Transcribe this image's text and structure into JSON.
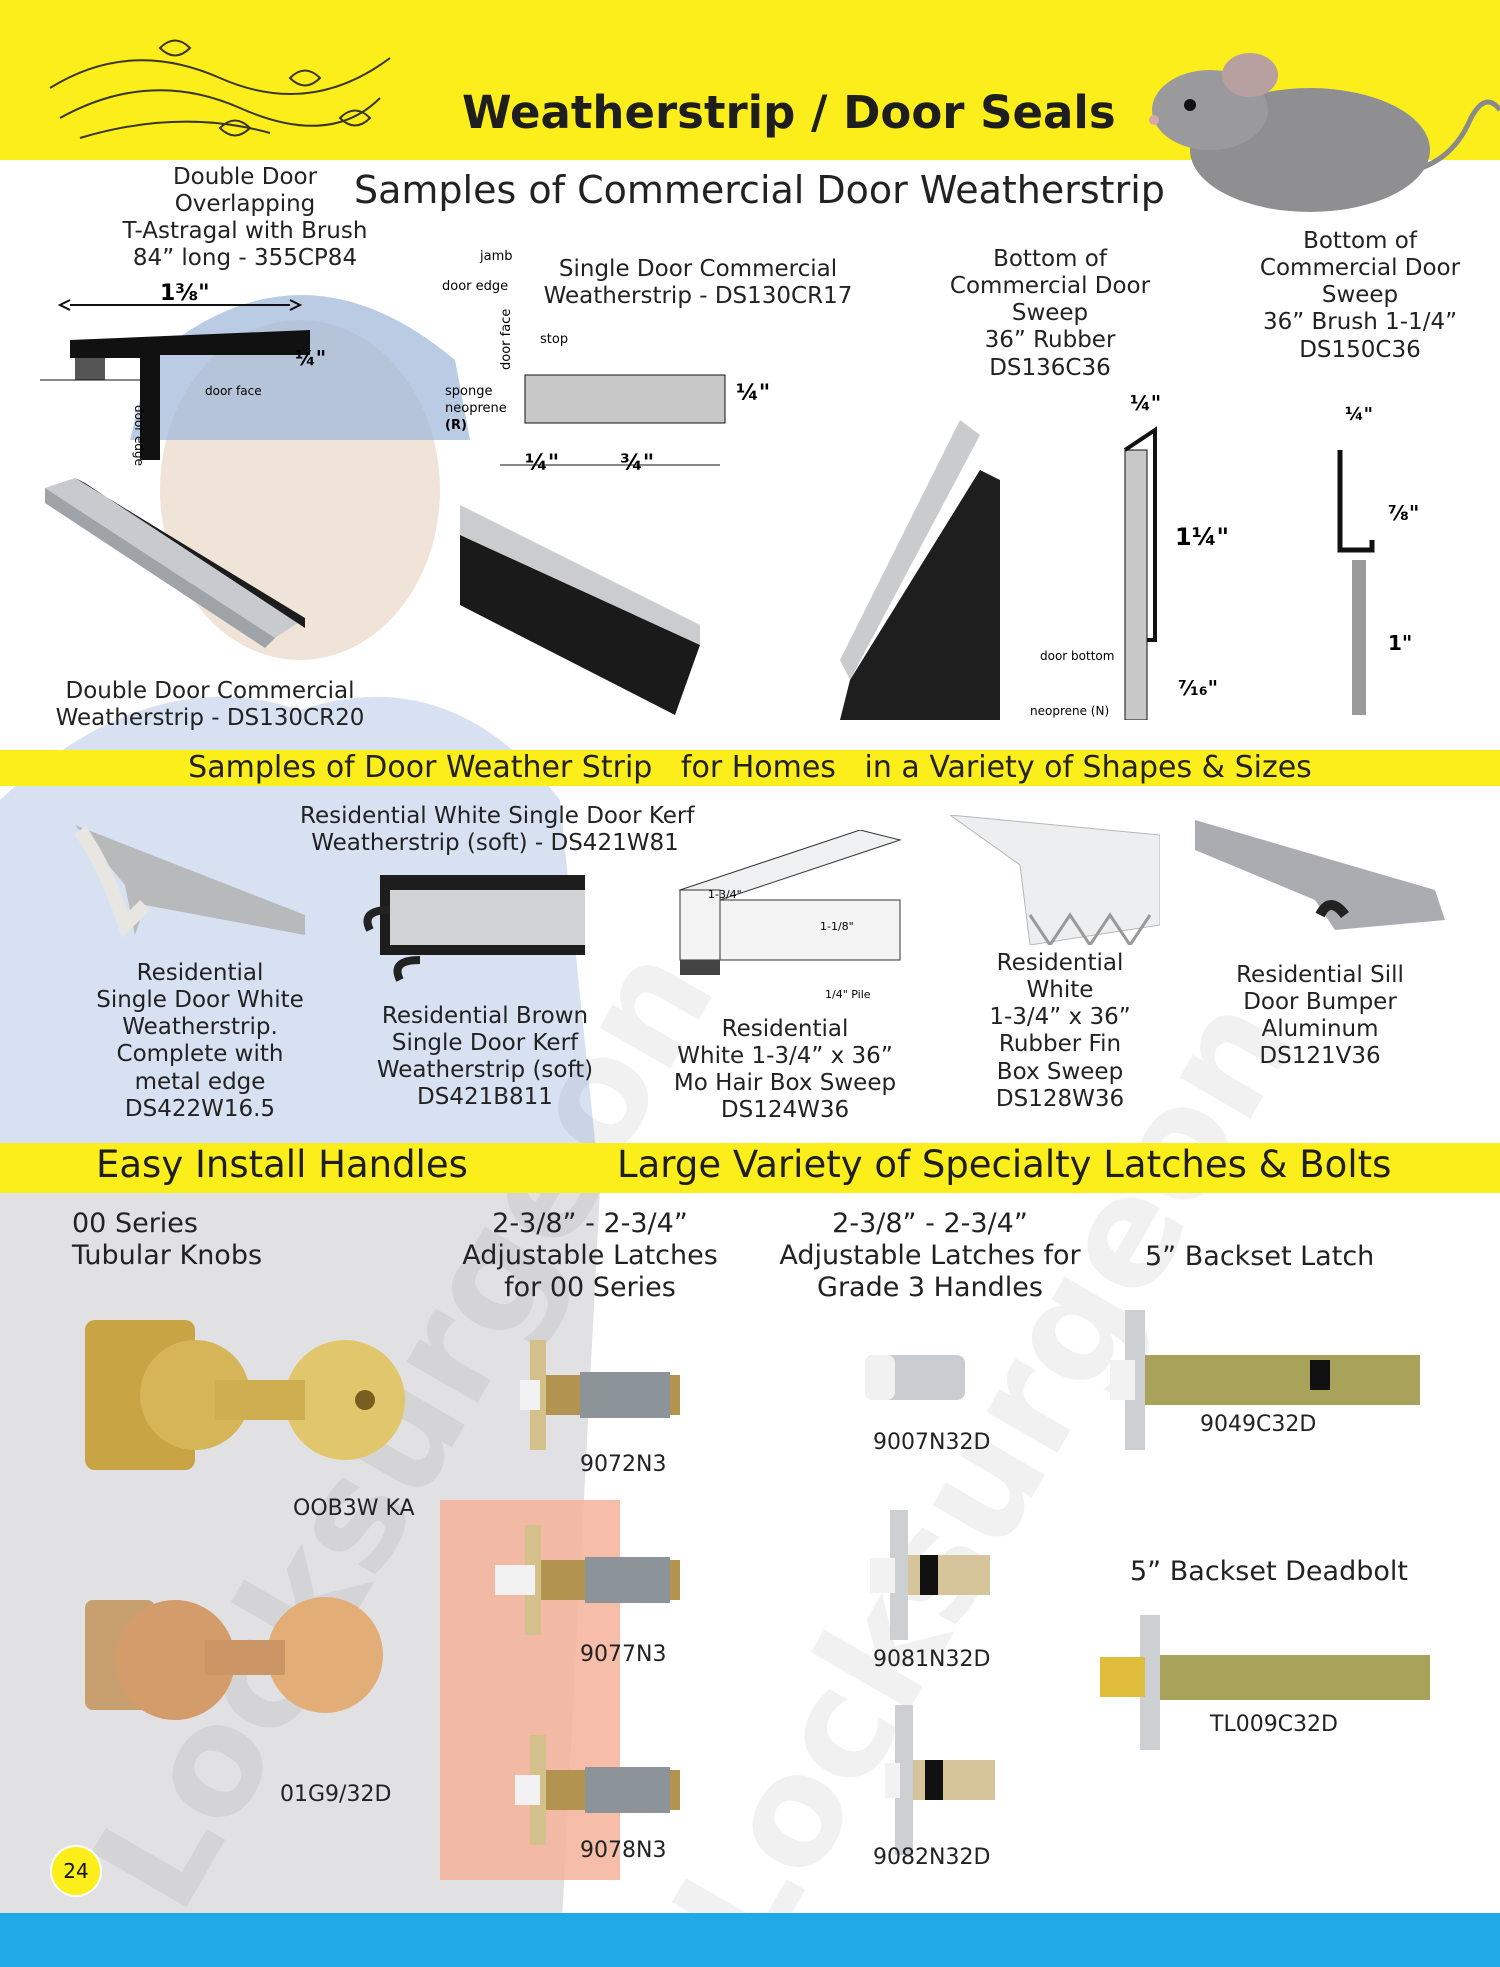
{
  "page_title": "Weatherstrip / Door Seals",
  "commercial_title": "Samples of Commercial Door Weatherstrip",
  "homes_banner": "Samples of Door Weather Strip   for Homes   in a Variety of Shapes & Sizes",
  "handles_heading": "Easy Install Handles",
  "latches_heading": "Large Variety of Specialty Latches & Bolts",
  "watermark": "Locksurgeon",
  "page_number": "24",
  "colors": {
    "yellow": "#fcee1b",
    "blue": "#1fa9e6",
    "aluminum": "#c3c6c9"
  },
  "commercial": [
    {
      "lines": [
        "Double Door",
        "Overlapping",
        "T-Astragal with Brush",
        "84” long - 355CP84"
      ]
    },
    {
      "lines": [
        "Single Door Commercial",
        "Weatherstrip - DS130CR17"
      ]
    },
    {
      "lines": [
        "Bottom of",
        "Commercial Door",
        "Sweep",
        "36” Rubber",
        "DS136C36"
      ]
    },
    {
      "lines": [
        "Bottom of",
        "Commercial Door",
        "Sweep",
        "36” Brush 1-1/4”",
        "DS150C36"
      ]
    },
    {
      "lines": [
        "Double Door Commercial",
        "Weatherstrip - DS130CR20"
      ]
    }
  ],
  "diagram_text": {
    "width": "1⅜\"",
    "quarter": "¼\"",
    "door_face": "door face",
    "door_edge": "door edge",
    "jamb": "jamb",
    "stop": "stop",
    "sponge": "sponge",
    "neoprene": "neoprene",
    "r_mark": "(R)",
    "three_quarter": "¾\"",
    "one_quarter_in": "1¼\"",
    "seven_sixteenths": "⁷⁄₁₆\"",
    "door_bottom": "door bottom",
    "neoprene_n": "neoprene (N)",
    "seven_eighths": "⁷⁄₈\"",
    "one_inch": "1\""
  },
  "residential": [
    {
      "lines": [
        "Residential White Single Door Kerf",
        "Weatherstrip (soft) - DS421W81"
      ]
    },
    {
      "lines": [
        "Residential",
        "Single Door White",
        "Weatherstrip.",
        "Complete with",
        "metal edge",
        "DS422W16.5"
      ]
    },
    {
      "lines": [
        "Residential Brown",
        "Single Door Kerf",
        "Weatherstrip (soft)",
        "DS421B811"
      ]
    },
    {
      "lines": [
        "Residential",
        "White 1-3/4” x 36”",
        "Mo Hair Box Sweep",
        "DS124W36"
      ]
    },
    {
      "lines": [
        "Residential",
        "White",
        "1-3/4” x 36”",
        "Rubber Fin",
        "Box Sweep",
        "DS128W36"
      ]
    },
    {
      "lines": [
        "Residential Sill",
        "Door Bumper",
        "Aluminum",
        "DS121V36"
      ]
    }
  ],
  "sweep_dims": {
    "a": "1-3/4\"",
    "b": "1-1/8\"",
    "c": "1/4\" Pile"
  },
  "hardware_headings": [
    {
      "lines": [
        "00 Series",
        "Tubular Knobs"
      ]
    },
    {
      "lines": [
        "2-3/8”  -  2-3/4”",
        "Adjustable Latches",
        "for 00 Series"
      ]
    },
    {
      "lines": [
        "2-3/8”  -  2-3/4”",
        "Adjustable Latches for",
        "Grade 3 Handles"
      ]
    },
    {
      "lines": [
        "5” Backset Latch"
      ]
    },
    {
      "lines": [
        "5” Backset Deadbolt"
      ]
    }
  ],
  "codes": [
    "OOB3W KA",
    "01G9/32D",
    "9072N3",
    "9077N3",
    "9078N3",
    "9007N32D",
    "9081N32D",
    "9082N32D",
    "9049C32D",
    "TL009C32D"
  ]
}
